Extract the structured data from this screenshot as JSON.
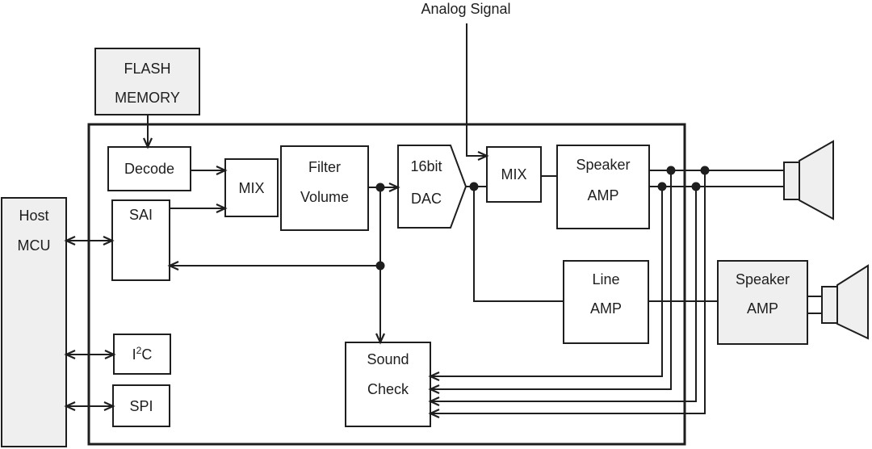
{
  "diagram": {
    "annotation": {
      "analog_signal": "Analog Signal"
    },
    "blocks": {
      "flash_memory": {
        "lines": [
          "FLASH",
          "MEMORY"
        ]
      },
      "host_mcu": {
        "lines": [
          "Host",
          "MCU"
        ]
      },
      "decode": {
        "lines": [
          "Decode"
        ]
      },
      "mix_main": {
        "lines": [
          "MIX"
        ]
      },
      "filter_volume": {
        "lines": [
          "Filter",
          "Volume"
        ]
      },
      "dac": {
        "lines": [
          "16bit",
          "DAC"
        ]
      },
      "mix_analog": {
        "lines": [
          "MIX"
        ]
      },
      "speaker_amp_internal": {
        "lines": [
          "Speaker",
          "AMP"
        ]
      },
      "sai": {
        "lines": [
          "SAI"
        ]
      },
      "i2c": {
        "base": "I",
        "sup": "2",
        "rest": "C"
      },
      "spi": {
        "lines": [
          "SPI"
        ]
      },
      "line_amp": {
        "lines": [
          "Line",
          "AMP"
        ]
      },
      "sound_check": {
        "lines": [
          "Sound",
          "Check"
        ]
      },
      "speaker_amp_external": {
        "lines": [
          "Speaker",
          "AMP"
        ]
      }
    },
    "colors": {
      "stroke": "#1e1e1e",
      "block_fill_gray": "#efefef",
      "block_fill_white": "#ffffff",
      "background": "#ffffff"
    }
  }
}
